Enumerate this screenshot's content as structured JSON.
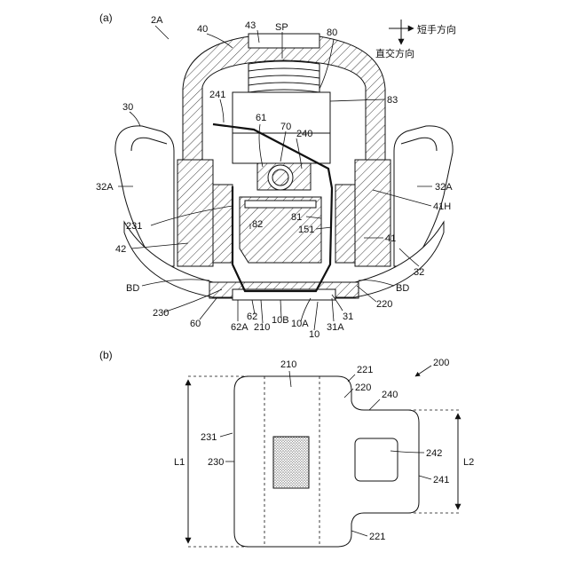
{
  "figure_a": {
    "caption": "(a)",
    "direction_labels": {
      "short": "短手方向",
      "orthogonal": "直交方向"
    },
    "labels": {
      "2A": "2A",
      "40": "40",
      "43": "43",
      "SP": "SP",
      "80": "80",
      "241": "241",
      "83": "83",
      "30": "30",
      "61": "61",
      "70": "70",
      "240": "240",
      "32A_left": "32A",
      "32A_right": "32A",
      "41H": "41H",
      "231": "231",
      "82": "82",
      "81": "81",
      "151": "151",
      "42": "42",
      "41": "41",
      "32": "32",
      "BD_left": "BD",
      "BD_right": "BD",
      "230": "230",
      "60": "60",
      "62A": "62A",
      "62": "62",
      "210": "210",
      "10B": "10B",
      "10A": "10A",
      "10": "10",
      "31A": "31A",
      "31": "31",
      "220": "220"
    }
  },
  "figure_b": {
    "caption": "(b)",
    "labels": {
      "200": "200",
      "210": "210",
      "221_top": "221",
      "220": "220",
      "240": "240",
      "231": "231",
      "230": "230",
      "242": "242",
      "241": "241",
      "221_bottom": "221",
      "L1": "L1",
      "L2": "L2"
    }
  }
}
